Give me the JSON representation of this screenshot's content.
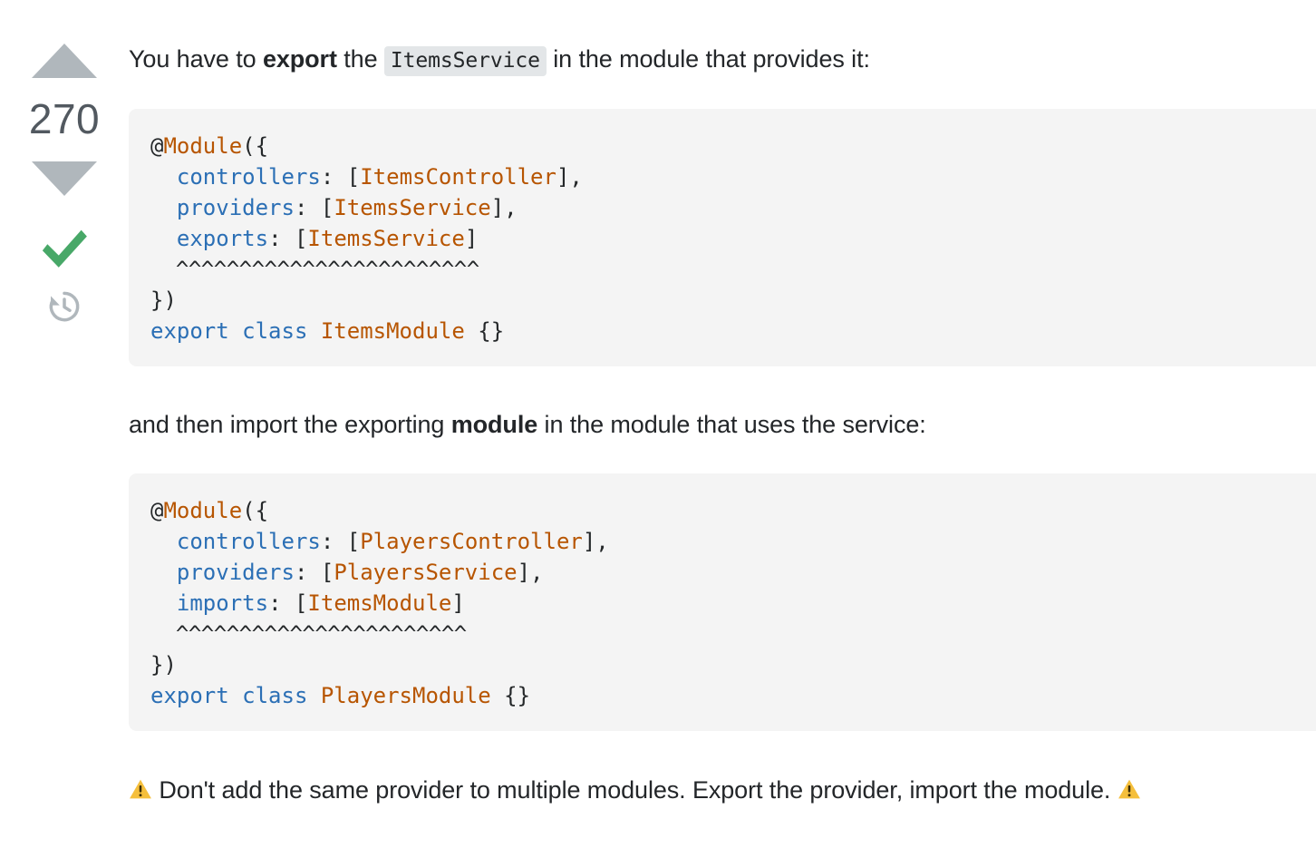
{
  "vote": {
    "upvote_label": "Up vote",
    "downvote_label": "Down vote",
    "count": "270",
    "accepted_label": "Accepted answer",
    "history_label": "Show edit history"
  },
  "answer": {
    "paragraph_1": {
      "before": "You have to ",
      "bold": "export",
      "middle": " the ",
      "code": "ItemsService",
      "after": " in the module that provides it:"
    },
    "code_block_1": {
      "language": "typescript",
      "lines": [
        {
          "segments": [
            {
              "t": "@",
              "c": "pun"
            },
            {
              "t": "Module",
              "c": "dec"
            },
            {
              "t": "({",
              "c": "pun"
            }
          ]
        },
        {
          "segments": [
            {
              "t": "  ",
              "c": "pun"
            },
            {
              "t": "controllers",
              "c": "key"
            },
            {
              "t": ": [",
              "c": "pun"
            },
            {
              "t": "ItemsController",
              "c": "dec"
            },
            {
              "t": "],",
              "c": "pun"
            }
          ]
        },
        {
          "segments": [
            {
              "t": "  ",
              "c": "pun"
            },
            {
              "t": "providers",
              "c": "key"
            },
            {
              "t": ": [",
              "c": "pun"
            },
            {
              "t": "ItemsService",
              "c": "dec"
            },
            {
              "t": "],",
              "c": "pun"
            }
          ]
        },
        {
          "segments": [
            {
              "t": "  ",
              "c": "pun"
            },
            {
              "t": "exports",
              "c": "key"
            },
            {
              "t": ": [",
              "c": "pun"
            },
            {
              "t": "ItemsService",
              "c": "dec"
            },
            {
              "t": "]",
              "c": "pun"
            }
          ]
        },
        {
          "segments": [
            {
              "t": "  ^^^^^^^^^^^^^^^^^^^^^^^^",
              "c": "squig"
            }
          ]
        },
        {
          "segments": [
            {
              "t": "})",
              "c": "pun"
            }
          ]
        },
        {
          "segments": [
            {
              "t": "export",
              "c": "key"
            },
            {
              "t": " ",
              "c": "pun"
            },
            {
              "t": "class",
              "c": "key"
            },
            {
              "t": " ",
              "c": "pun"
            },
            {
              "t": "ItemsModule",
              "c": "dec"
            },
            {
              "t": " {}",
              "c": "pun"
            }
          ]
        }
      ]
    },
    "paragraph_2": {
      "before": "and then import the exporting ",
      "bold": "module",
      "after": " in the module that uses the service:"
    },
    "code_block_2": {
      "language": "typescript",
      "lines": [
        {
          "segments": [
            {
              "t": "@",
              "c": "pun"
            },
            {
              "t": "Module",
              "c": "dec"
            },
            {
              "t": "({",
              "c": "pun"
            }
          ]
        },
        {
          "segments": [
            {
              "t": "  ",
              "c": "pun"
            },
            {
              "t": "controllers",
              "c": "key"
            },
            {
              "t": ": [",
              "c": "pun"
            },
            {
              "t": "PlayersController",
              "c": "dec"
            },
            {
              "t": "],",
              "c": "pun"
            }
          ]
        },
        {
          "segments": [
            {
              "t": "  ",
              "c": "pun"
            },
            {
              "t": "providers",
              "c": "key"
            },
            {
              "t": ": [",
              "c": "pun"
            },
            {
              "t": "PlayersService",
              "c": "dec"
            },
            {
              "t": "],",
              "c": "pun"
            }
          ]
        },
        {
          "segments": [
            {
              "t": "  ",
              "c": "pun"
            },
            {
              "t": "imports",
              "c": "key"
            },
            {
              "t": ": [",
              "c": "pun"
            },
            {
              "t": "ItemsModule",
              "c": "dec"
            },
            {
              "t": "]",
              "c": "pun"
            }
          ]
        },
        {
          "segments": [
            {
              "t": "  ^^^^^^^^^^^^^^^^^^^^^^^",
              "c": "squig"
            }
          ]
        },
        {
          "segments": [
            {
              "t": "})",
              "c": "pun"
            }
          ]
        },
        {
          "segments": [
            {
              "t": "export",
              "c": "key"
            },
            {
              "t": " ",
              "c": "pun"
            },
            {
              "t": "class",
              "c": "key"
            },
            {
              "t": " ",
              "c": "pun"
            },
            {
              "t": "PlayersModule",
              "c": "dec"
            },
            {
              "t": " {}",
              "c": "pun"
            }
          ]
        }
      ]
    },
    "paragraph_3": {
      "warning_icon": "warning-icon",
      "text": "Don't add the same provider to multiple modules. Export the provider, import the module."
    }
  },
  "colors": {
    "accent_green": "#48a868",
    "vote_arrow_gray": "#b0b7bc",
    "vote_count_gray": "#525960",
    "code_bg": "#f4f4f4",
    "inline_code_bg": "#e3e6e8",
    "token_class": "#b75501",
    "token_key": "#2b6fb5",
    "text": "#232629",
    "warning_yellow": "#f5bf3c"
  }
}
